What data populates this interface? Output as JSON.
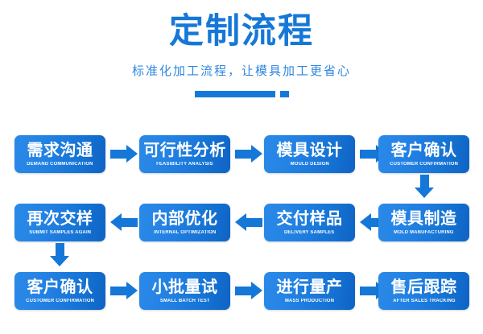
{
  "header": {
    "title": "定制流程",
    "subtitle": "标准化加工流程，让模具加工更省心",
    "accent_color": "#1578d8",
    "subtitle_color": "#2f87e0"
  },
  "flow": {
    "rows": [
      {
        "direction": "left-to-right",
        "nodes": [
          {
            "cn": "需求沟通",
            "en": "DEMAND COMMUNICATION"
          },
          {
            "cn": "可行性分析",
            "en": "FEASIBILITY ANALYSIS"
          },
          {
            "cn": "模具设计",
            "en": "MOULD DESIGN"
          },
          {
            "cn": "客户确认",
            "en": "CUSTOMER CONFIRMATION"
          }
        ]
      },
      {
        "direction": "right-to-left",
        "nodes": [
          {
            "cn": "再次交样",
            "en": "SUBMIT SAMPLES AGAIN"
          },
          {
            "cn": "内部优化",
            "en": "INTERNAL OPTIMIZATION"
          },
          {
            "cn": "交付样品",
            "en": "DELIVERY SAMPLES"
          },
          {
            "cn": "模具制造",
            "en": "MOLD MANUFACTURING"
          }
        ]
      },
      {
        "direction": "left-to-right",
        "nodes": [
          {
            "cn": "客户确认",
            "en": "CUSTOMER CONFIRMATION"
          },
          {
            "cn": "小批量试",
            "en": "SMALL BATCH TEST"
          },
          {
            "cn": "进行量产",
            "en": "MASS PRODUCTION"
          },
          {
            "cn": "售后跟踪",
            "en": "AFTER SALES TRACKING"
          }
        ]
      }
    ]
  }
}
